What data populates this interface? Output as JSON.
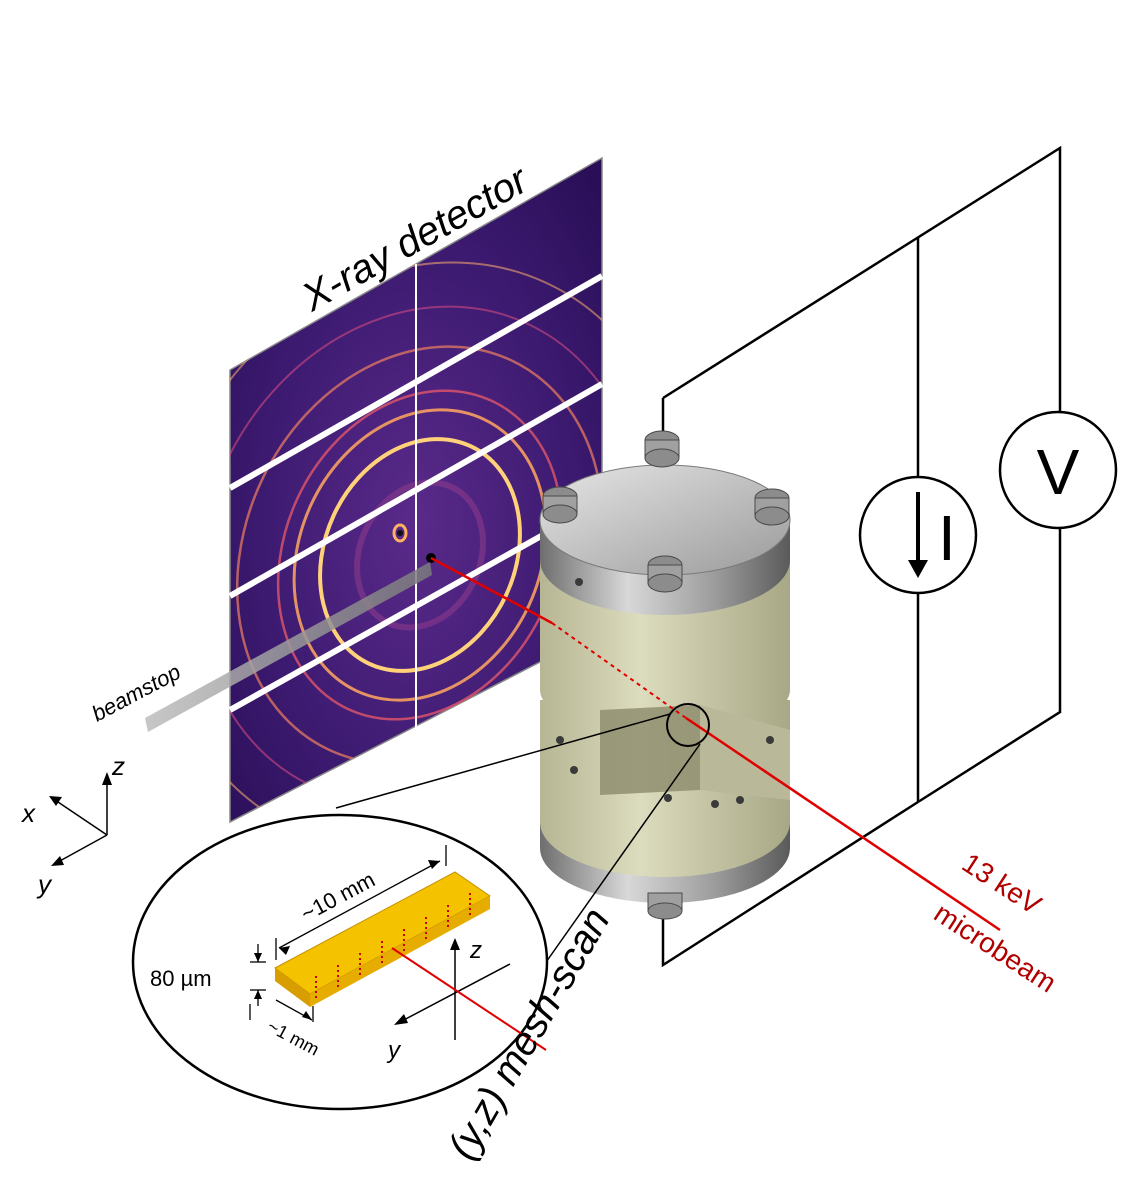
{
  "labels": {
    "detector": "X-ray detector",
    "beamstop": "beamstop",
    "current_symbol": "I",
    "voltage_symbol": "V",
    "beam_energy": "13 keV",
    "beam_name": "microbeam",
    "mesh_scan": "(y,z) mesh-scan",
    "length": "~10 mm",
    "width": "~1 mm",
    "thickness": "80 µm",
    "axis_x": "x",
    "axis_y": "y",
    "axis_z": "z",
    "inset_axis_y": "y",
    "inset_axis_z": "z"
  },
  "colors": {
    "detector_bg": "#3a1666",
    "ring_bright": "#ffd27a",
    "ring_mid": "#e0566a",
    "beam": "#e00000",
    "beam_label": "#b00000",
    "sample": "#f2b705",
    "cell_body": "#c9c9a8",
    "cell_metal": "#9a9a9a",
    "wire": "#000000"
  },
  "icons": {
    "ammeter": "current-source-icon",
    "voltmeter": "voltmeter-icon"
  }
}
